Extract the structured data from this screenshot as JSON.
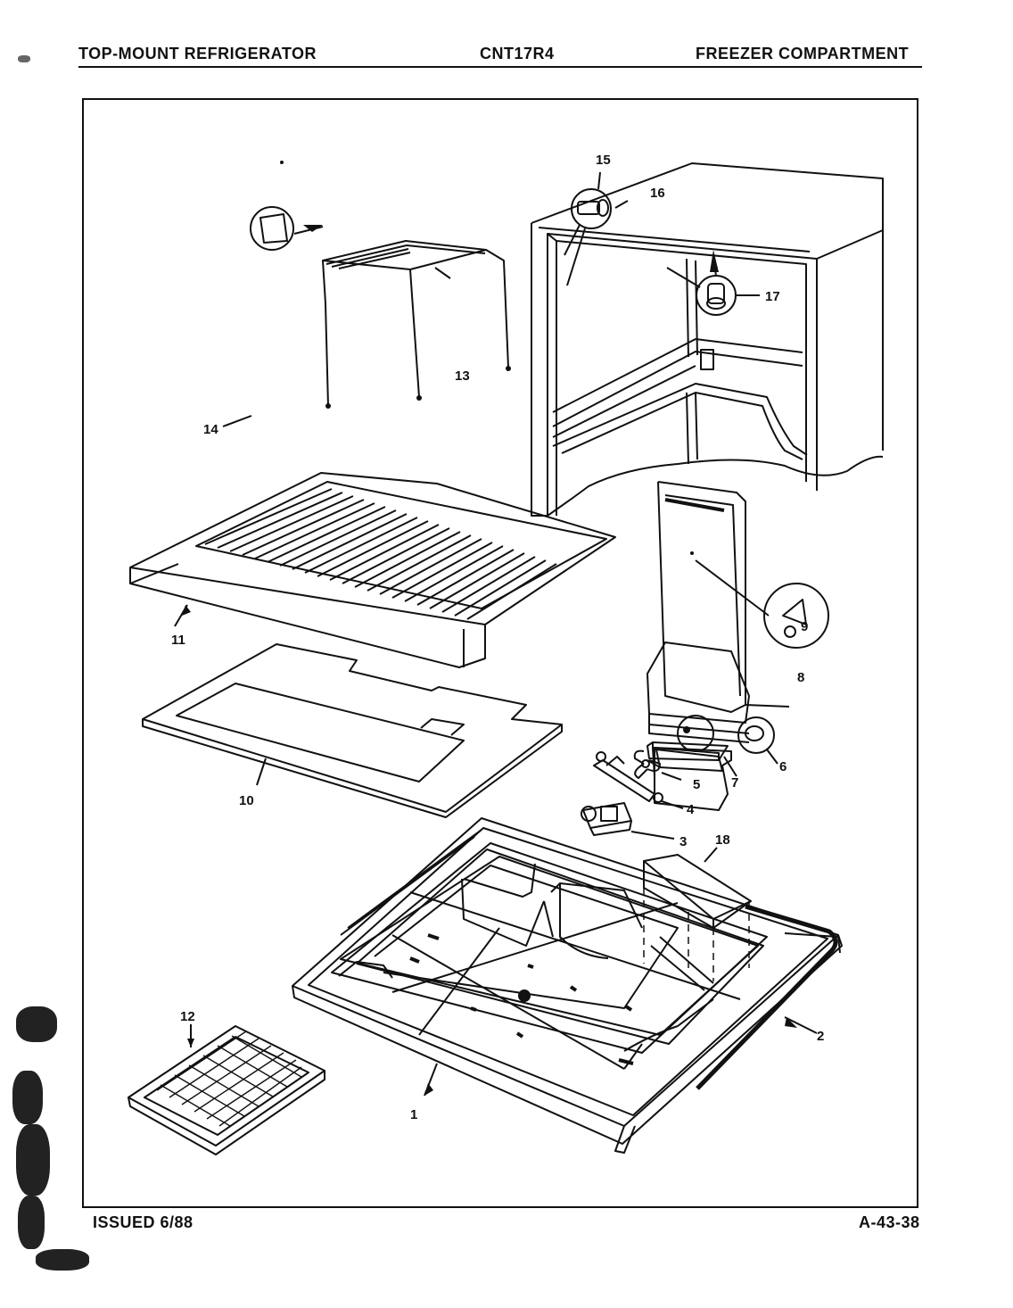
{
  "header": {
    "left": "TOP-MOUNT REFRIGERATOR",
    "center": "CNT17R4",
    "right": "FREEZER COMPARTMENT"
  },
  "footer": {
    "issued": "ISSUED 6/88",
    "page_code": "A-43-38"
  },
  "callouts": {
    "c1": "1",
    "c2": "2",
    "c3": "3",
    "c4": "4",
    "c5": "5",
    "c6": "6",
    "c7": "7",
    "c8": "8",
    "c9": "9",
    "c10": "10",
    "c11": "11",
    "c12": "12",
    "c13": "13",
    "c14": "14",
    "c15": "15",
    "c16": "16",
    "c17": "17",
    "c18": "18"
  }
}
